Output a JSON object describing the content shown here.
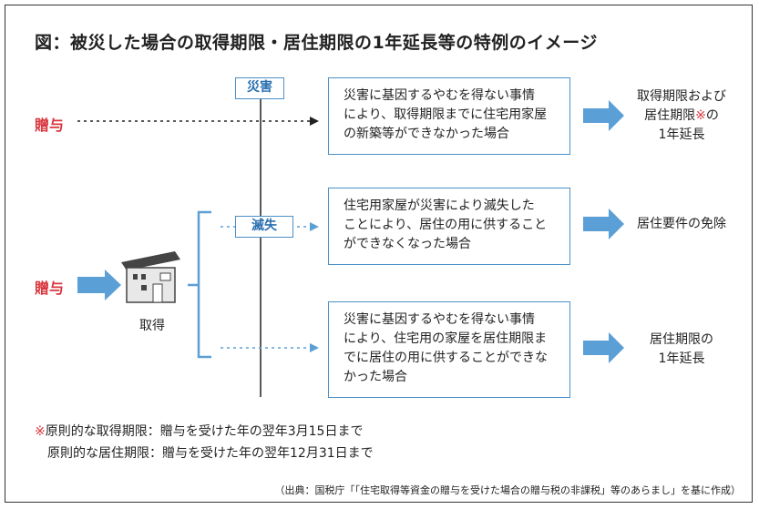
{
  "title": "図：被災した場合の取得期限・居住期限の1年延長等の特例のイメージ",
  "gift_label_top": "贈与",
  "gift_label_mid": "贈与",
  "acquire_label": "取得",
  "tag_disaster": "災害",
  "tag_loss": "滅失",
  "box1": [
    "災害に基因するやむを得ない事情",
    "により、取得期限までに住宅用家屋",
    "の新築等ができなかった場合"
  ],
  "box2": [
    "住宅用家屋が災害により滅失した",
    "ことにより、居住の用に供すること",
    "ができなくなった場合"
  ],
  "box3": [
    "災害に基因するやむを得ない事情",
    "により、住宅用の家屋を居住期限ま",
    "でに居住の用に供することができな",
    "かった場合"
  ],
  "result1": {
    "line1": "取得期限および",
    "line2a": "居住期限",
    "star": "※",
    "line2b": "の",
    "line3": "1年延長"
  },
  "result2": "居住要件の免除",
  "result3": {
    "line1": "居住期限の",
    "line2": "1年延長"
  },
  "note1": {
    "star": "※",
    "text": "原則的な取得期限：贈与を受けた年の翌年3月15日まで"
  },
  "note2": "原則的な居住期限：贈与を受けた年の翌年12月31日まで",
  "source": "（出典：国税庁「「住宅取得等資金の贈与を受けた場合の贈与税の非課税」等のあらまし」を基に作成）",
  "colors": {
    "accent_red": "#d9363e",
    "accent_blue": "#4a90c8",
    "arrow_blue": "#5a9fd6"
  }
}
